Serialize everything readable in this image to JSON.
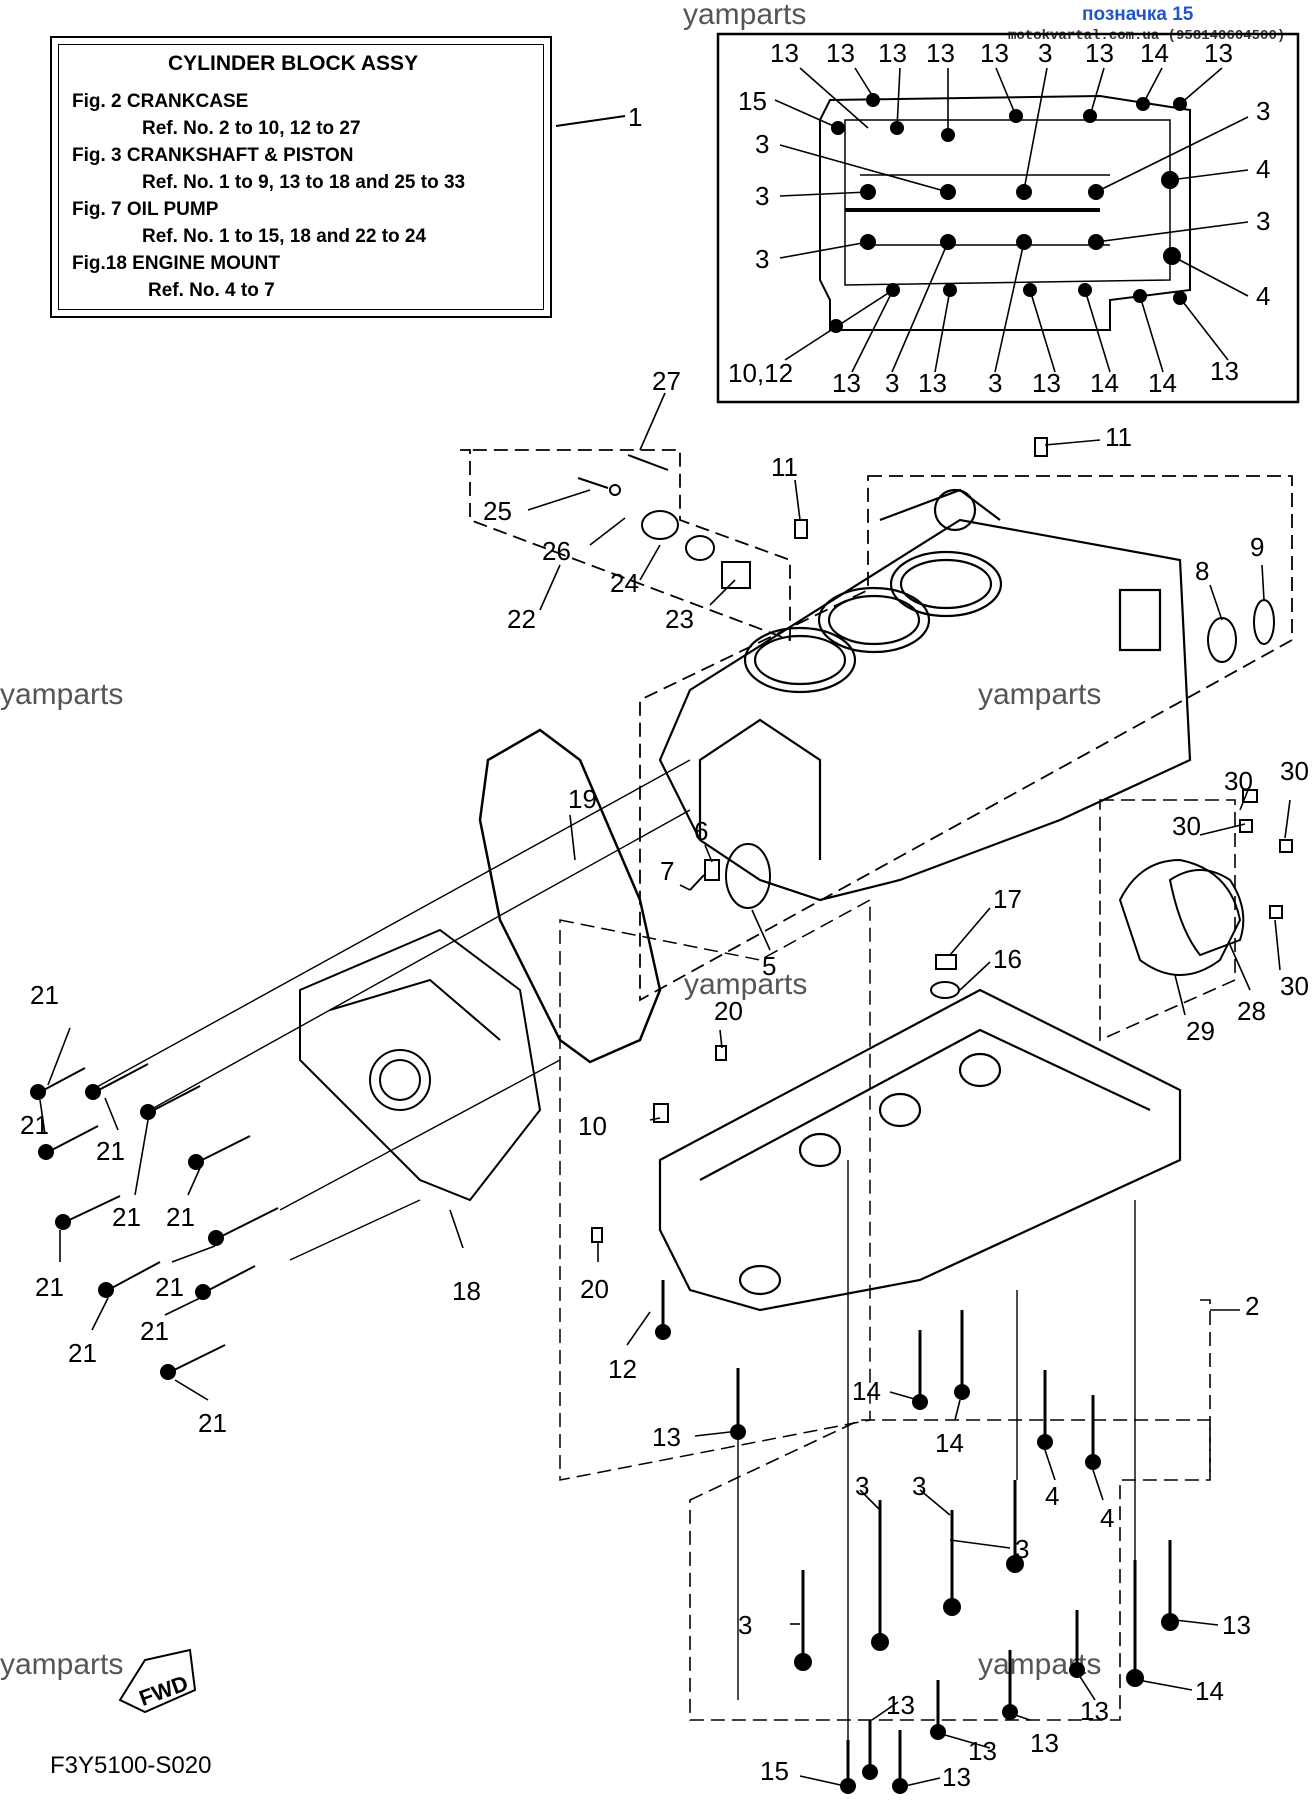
{
  "header": {
    "watermark_top": "yamparts",
    "tag_label": "позначка 15",
    "site_line": "motokvartal.com.ua (958140604500)"
  },
  "info_box": {
    "title": "CYLINDER BLOCK ASSY",
    "lines": [
      "Fig.  2 CRANKCASE",
      "Ref. No. 2 to 10, 12  to 27",
      "Fig.  3 CRANKSHAFT & PISTON",
      "Ref. No. 1 to 9, 13 to 18 and 25 to 33",
      "Fig. 7 OIL PUMP",
      "Ref. No. 1 to 15, 18 and 22 to 24",
      "Fig.18 ENGINE MOUNT",
      "Ref. No. 4 to 7"
    ],
    "callout": "1"
  },
  "watermarks": [
    "yamparts",
    "yamparts",
    "yamparts",
    "yamparts",
    "yamparts"
  ],
  "fwd_label": "FWD",
  "drawing_code": "F3Y5100-S020",
  "inset_labels": {
    "top": [
      "13",
      "13",
      "13",
      "13",
      "13",
      "3",
      "13",
      "14",
      "13"
    ],
    "left": [
      "15",
      "3",
      "3",
      "3"
    ],
    "right": [
      "3",
      "4",
      "3",
      "4"
    ],
    "bottom": [
      "10,12",
      "13",
      "3",
      "13",
      "3",
      "13",
      "14",
      "14",
      "13"
    ]
  },
  "part_labels": {
    "p27": "27",
    "p25": "25",
    "p26": "26",
    "p24": "24",
    "p22": "22",
    "p23": "23",
    "p11a": "11",
    "p11b": "11",
    "p8": "8",
    "p9": "9",
    "p19": "19",
    "p6": "6",
    "p7": "7",
    "p5": "5",
    "p17": "17",
    "p16": "16",
    "p30a": "30",
    "p30b": "30",
    "p30c": "30",
    "p30d": "30",
    "p28": "28",
    "p29": "29",
    "p20a": "20",
    "p20b": "20",
    "p10": "10",
    "p12": "12",
    "p2": "2",
    "p18": "18",
    "p13a": "13",
    "p14a": "14",
    "p14b": "14",
    "p4a": "4",
    "p4b": "4",
    "p3a": "3",
    "p3b": "3",
    "p3c": "3",
    "p3d": "3",
    "p13b": "13",
    "p13c": "13",
    "p13d": "13",
    "p13e": "13",
    "p13f": "13",
    "p13g": "13",
    "p14c": "14",
    "p15": "15",
    "p21a": "21",
    "p21b": "21",
    "p21c": "21",
    "p21d": "21",
    "p21e": "21",
    "p21f": "21",
    "p21g": "21",
    "p21h": "21",
    "p21i": "21",
    "p21j": "21"
  }
}
